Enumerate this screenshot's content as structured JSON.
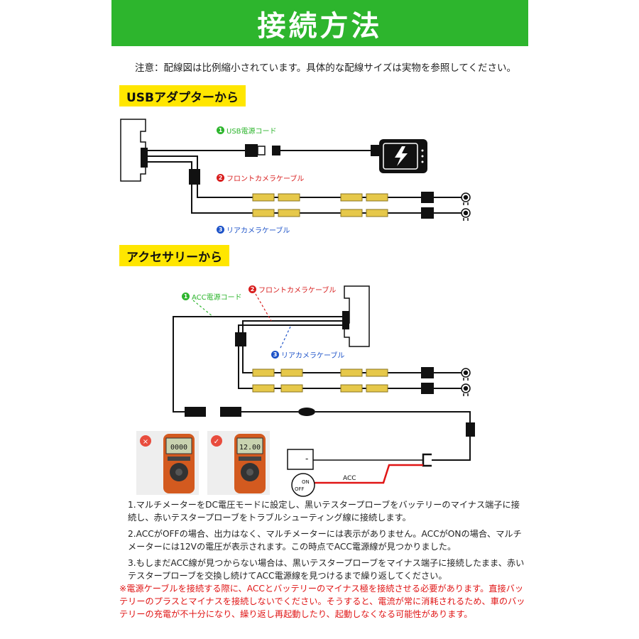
{
  "title": "接続方法",
  "note": "注意：配線図は比例縮小されています。具体的な配線サイズは実物を参照してください。",
  "section1": {
    "heading": "USBアダプターから",
    "labels": [
      {
        "num": "1",
        "text": "USB電源コード",
        "color": "#2db52d"
      },
      {
        "num": "2",
        "text": "フロントカメラケーブル",
        "color": "#d81c1c"
      },
      {
        "num": "3",
        "text": "リアカメラケーブル",
        "color": "#1c52c8"
      }
    ]
  },
  "section2": {
    "heading": "アクセサリーから",
    "labels": [
      {
        "num": "1",
        "text": "ACC電源コード",
        "color": "#2db52d"
      },
      {
        "num": "2",
        "text": "フロントカメラケーブル",
        "color": "#d81c1c"
      },
      {
        "num": "3",
        "text": "リアカメラケーブル",
        "color": "#1c52c8"
      }
    ],
    "acc_label": "ACC",
    "minus_label": "-",
    "switch_labels": {
      "on": "ON",
      "off": "OFF"
    }
  },
  "meters": [
    {
      "status": "wrong",
      "display": "0000",
      "badge_color": "#e84c3d"
    },
    {
      "status": "correct",
      "display": "12.00",
      "badge_color": "#e84c3d"
    }
  ],
  "steps": [
    "1.マルチメーターをDC電圧モードに設定し、黒いテスタープローブをバッテリーのマイナス端子に接続し、赤いテスタープローブをトラブルシューティング線に接続します。",
    "2.ACCがOFFの場合、出力はなく、マルチメーターには表示がありません。ACCがONの場合、マルチメーターには12Vの電圧が表示されます。この時点でACC電源線が見つかりました。",
    "3.もしまだACC線が見つからない場合は、黒いテスタープローブをマイナス端子に接続したまま、赤いテスタープローブを交換し続けてACC電源線を見つけるまで繰り返してください。"
  ],
  "warning": "※電源ケーブルを接続する際に、ACCとバッテリーのマイナス極を接続させる必要があります。直接バッテリーのプラスとマイナスを接続しないでください。そうすると、電流が常に消耗されるため、車のバッテリーの充電が不十分になり、繰り返し再起動したり、起動しなくなる可能性があります。"
}
